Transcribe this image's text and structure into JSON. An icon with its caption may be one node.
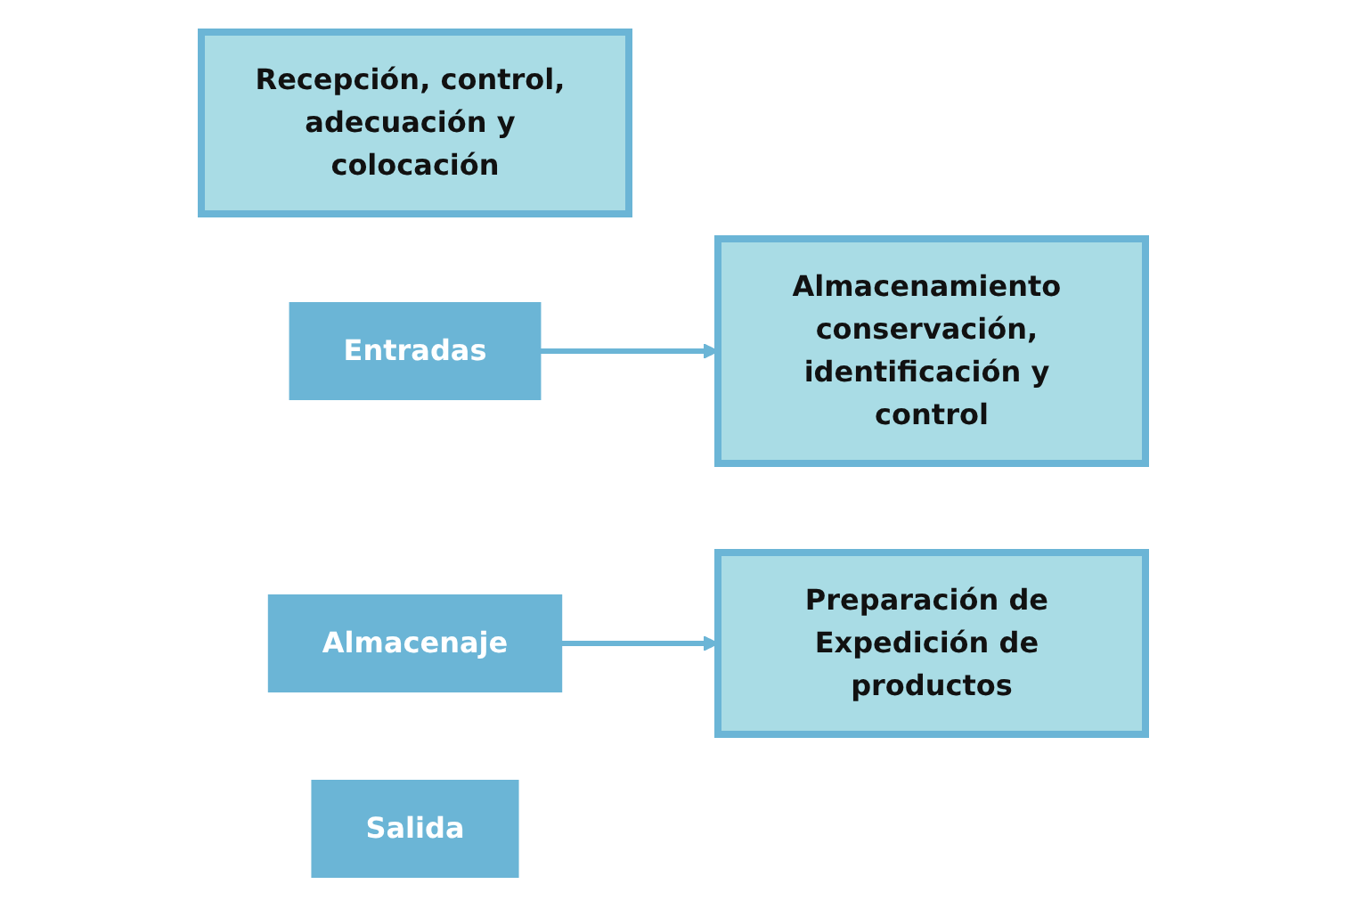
{
  "diagram": {
    "nodes": [
      {
        "text": [
          "Recepción, control, adecuación y colocación"
        ]
      },
      {
        "text": [
          "Entradas"
        ]
      },
      {
        "text": [
          "Almacenamiento conservación, identificación y control"
        ]
      },
      {
        "text": [
          "Almacenaje"
        ]
      },
      {
        "text": [
          "Preparación de Expedición de productos"
        ]
      },
      {
        "text": [
          "Salida"
        ]
      }
    ],
    "edges": [
      {
        "from": 1,
        "to": 2,
        "arrow": "to"
      },
      {
        "from": 3,
        "to": 4,
        "arrow": "to"
      }
    ]
  }
}
